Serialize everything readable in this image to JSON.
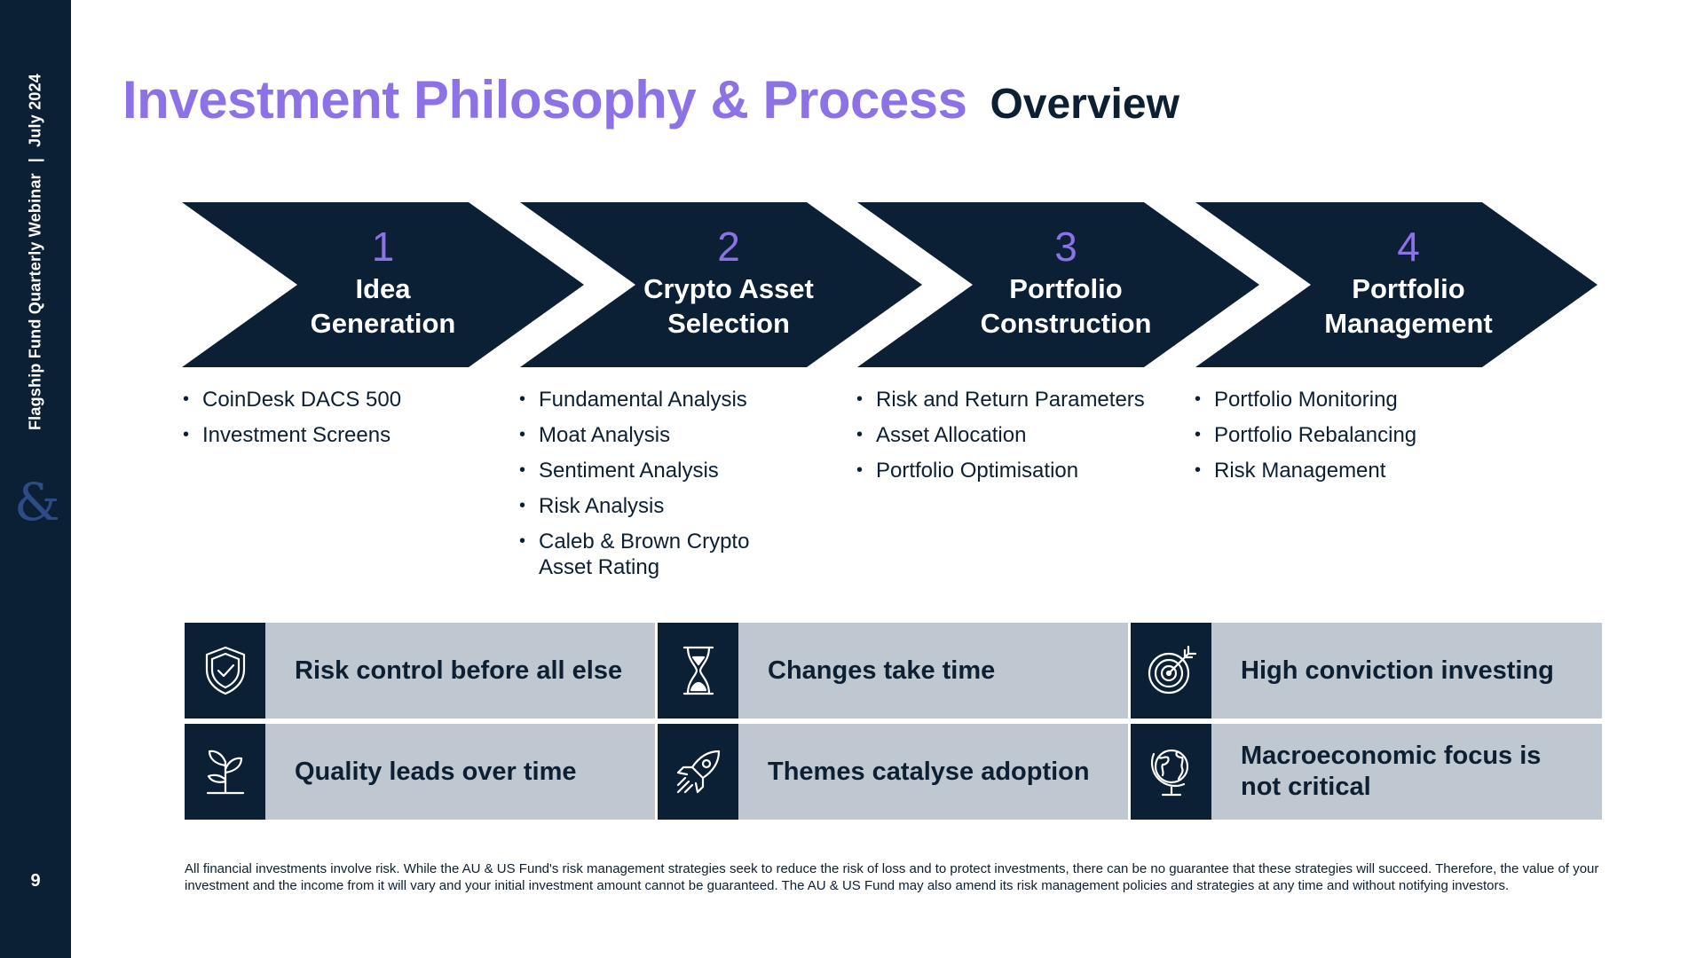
{
  "sidebar": {
    "event": "Flagship Fund Quarterly Webinar",
    "separator": "|",
    "date": "July 2024",
    "logo": "&",
    "page_number": "9"
  },
  "title": {
    "main": "Investment Philosophy & Process",
    "sub": "Overview"
  },
  "steps": [
    {
      "number": "1",
      "title_line1": "Idea",
      "title_line2": "Generation",
      "bullets": [
        "CoinDesk DACS 500",
        "Investment Screens"
      ]
    },
    {
      "number": "2",
      "title_line1": "Crypto Asset",
      "title_line2": "Selection",
      "bullets": [
        "Fundamental Analysis",
        "Moat Analysis",
        "Sentiment Analysis",
        "Risk Analysis",
        "Caleb & Brown Crypto Asset Rating"
      ]
    },
    {
      "number": "3",
      "title_line1": "Portfolio",
      "title_line2": "Construction",
      "bullets": [
        "Risk and Return Parameters",
        "Asset Allocation",
        "Portfolio Optimisation"
      ]
    },
    {
      "number": "4",
      "title_line1": "Portfolio",
      "title_line2": "Management",
      "bullets": [
        "Portfolio Monitoring",
        "Portfolio Rebalancing",
        "Risk Management"
      ]
    }
  ],
  "principles": [
    {
      "label": "Risk control before all else",
      "icon": "shield-check-icon"
    },
    {
      "label": "Changes take time",
      "icon": "hourglass-icon"
    },
    {
      "label": "High conviction investing",
      "icon": "target-icon"
    },
    {
      "label": "Quality leads over time",
      "icon": "seedling-icon"
    },
    {
      "label": "Themes catalyse adoption",
      "icon": "rocket-icon"
    },
    {
      "label": "Macroeconomic focus is not critical",
      "icon": "globe-icon"
    }
  ],
  "disclaimer": "All financial investments involve risk. While the AU & US Fund's risk management strategies seek to reduce the risk of loss and to protect investments, there can be no guarantee that these strategies will succeed. Therefore, the value of your investment and the income from it will vary and your initial investment amount cannot be guaranteed. The AU & US Fund may also amend its risk management policies and strategies at any time and without notifying investors.",
  "colors": {
    "navy": "#0b1f35",
    "accent_purple": "#8c72e6",
    "panel_grey": "#bfc8d0"
  }
}
